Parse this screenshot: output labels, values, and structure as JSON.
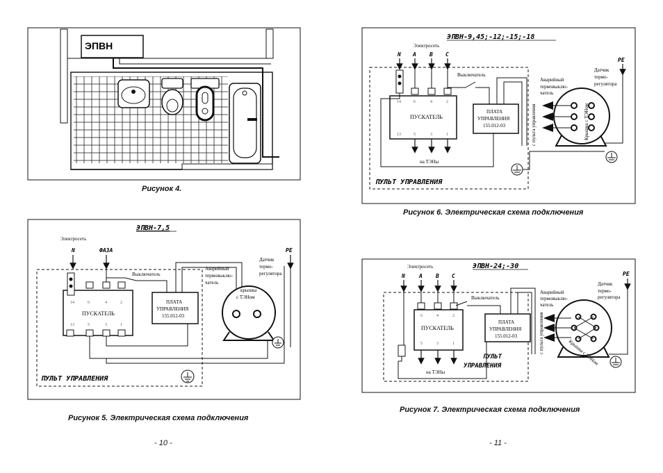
{
  "figure4": {
    "caption": "Рисунок 4.",
    "device": "ЭПВН"
  },
  "figure5": {
    "caption": "Рисунок 5.   Электрическая схема подключения",
    "title": "ЭПВН-7,5",
    "mains": "Электросеть",
    "n": "N",
    "phase": "ФАЗА",
    "pe": "PE",
    "switch": "Выключатель",
    "thermo": [
      "Аварийный",
      "термовыклю-",
      "чатель"
    ],
    "sensor": [
      "Датчик",
      "термо-",
      "регулятора"
    ],
    "starter": "ПУСКАТЕЛЬ",
    "board": [
      "ПЛАТА",
      "УПРАВЛЕНИЯ",
      "155.012-03"
    ],
    "cover": [
      "крышка",
      "с ТЭНом"
    ],
    "panel": "ПУЛЬТ  УПРАВЛЕНИЯ",
    "top_pins": [
      "14",
      "6",
      "4",
      "2"
    ],
    "bottom_pins": [
      "13",
      "5",
      "3",
      "1"
    ]
  },
  "figure6": {
    "caption": "Рисунок 6.  Электрическая схема подключения",
    "title": "ЭПВН-9,45;-12;-15;-18",
    "mains": "Электросеть",
    "phases": [
      "N",
      "A",
      "B",
      "C"
    ],
    "pe": "PE",
    "switch": "Выключатель",
    "thermo": [
      "Аварийный",
      "термовыклю-",
      "чатель"
    ],
    "sensor": [
      "Датчик",
      "термо-",
      "регулятора"
    ],
    "starter": "ПУСКАТЕЛЬ",
    "board": [
      "ПЛАТА",
      "УПРАВЛЕНИЯ",
      "155.012-03"
    ],
    "heaters": "на ТЭНы",
    "cover": "Крышка с ТЭНом",
    "from_panel": "с пульта управления",
    "panel": "ПУЛЬТ  УПРАВЛЕНИЯ",
    "top_pins": [
      "14",
      "6",
      "4",
      "2"
    ],
    "bottom_pins": [
      "13",
      "5",
      "3",
      "1"
    ]
  },
  "figure7": {
    "caption": "Рисунок 7.  Электрическая схема подключения",
    "title": "ЭПВН-24;-30",
    "mains": "Электросеть",
    "phases": [
      "N",
      "A",
      "B",
      "C"
    ],
    "pe": "PE",
    "switch": "Выключатель",
    "thermo": [
      "Аварийный",
      "термовыклю-",
      "чатель"
    ],
    "sensor": [
      "Датчик",
      "термо-",
      "регулятора"
    ],
    "starter": "ПУСКАТЕЛЬ",
    "board": [
      "ПЛАТА",
      "УПРАВЛЕНИЯ",
      "155.012-03"
    ],
    "heaters": "на ТЭНы",
    "cover": "Крышка с ТЭНом",
    "from_panel": "с пульта управления",
    "panel": [
      "ПУЛЬТ",
      "УПРАВЛЕНИЯ"
    ],
    "top_pins": [
      "6",
      "4",
      "2"
    ],
    "bottom_pins": [
      "5",
      "3",
      "1"
    ]
  },
  "pages": {
    "left": "- 10 -",
    "right": "- 11 -"
  }
}
